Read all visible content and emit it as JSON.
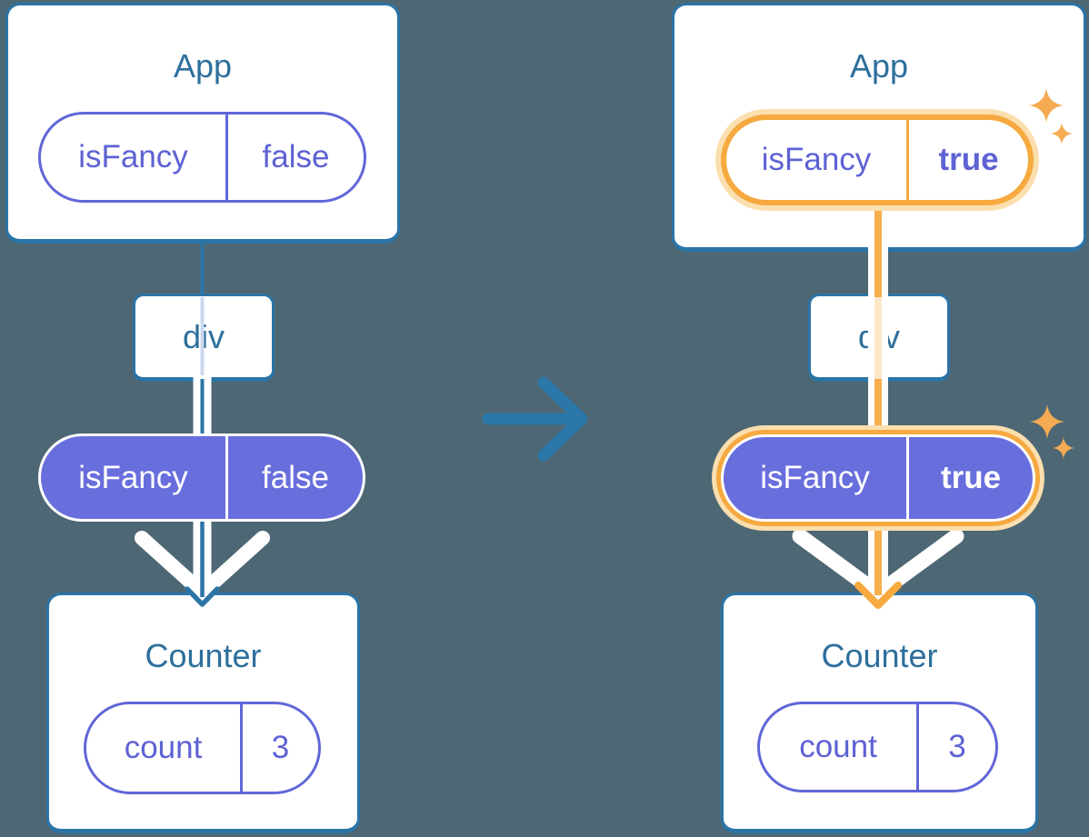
{
  "colors": {
    "background": "#4E6774",
    "steel_blue": "#2B74A6",
    "indigo_text": "#5E62D4",
    "indigo_border": "#6166D8",
    "purple_fill": "#696EDD",
    "highlight_orange": "#F5A93F",
    "highlight_orange_pale": "#FBDFAF",
    "title_blue": "#2D6F9C",
    "white": "#FFFFFF"
  },
  "left_tree": {
    "app": {
      "title": "App",
      "state_pill": {
        "key": "isFancy",
        "value": "false"
      }
    },
    "div_node": {
      "label": "div"
    },
    "props_pill": {
      "key": "isFancy",
      "value": "false"
    },
    "counter": {
      "title": "Counter",
      "state_pill": {
        "key": "count",
        "value": "3"
      }
    }
  },
  "right_tree": {
    "app": {
      "title": "App",
      "state_pill": {
        "key": "isFancy",
        "value": "true"
      }
    },
    "div_node": {
      "label": "div"
    },
    "props_pill": {
      "key": "isFancy",
      "value": "true"
    },
    "counter": {
      "title": "Counter",
      "state_pill": {
        "key": "count",
        "value": "3"
      }
    }
  }
}
